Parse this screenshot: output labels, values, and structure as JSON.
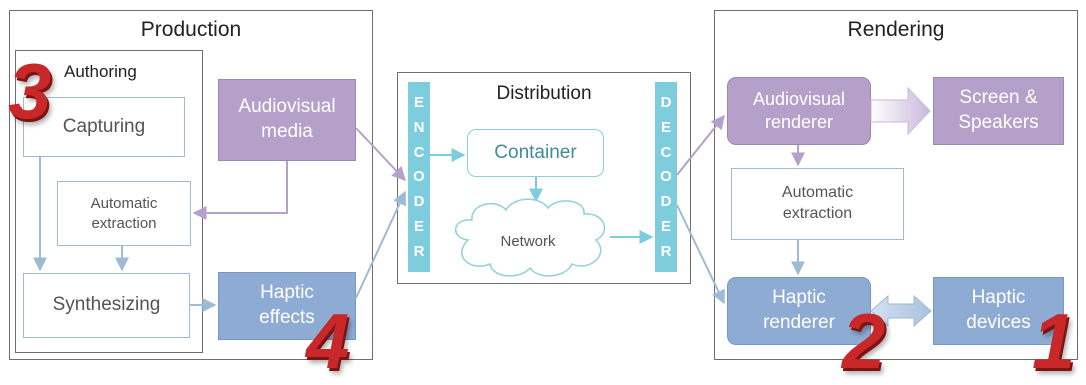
{
  "production": {
    "title": "Production",
    "authoring_title": "Authoring",
    "capturing": "Capturing",
    "auto_extraction": "Automatic extraction",
    "synthesizing": "Synthesizing",
    "audiovisual_media": "Audiovisual media",
    "haptic_effects": "Haptic effects"
  },
  "distribution": {
    "title": "Distribution",
    "encoder_letters": [
      "E",
      "N",
      "C",
      "O",
      "D",
      "E",
      "R"
    ],
    "decoder_letters": [
      "D",
      "E",
      "C",
      "O",
      "D",
      "E",
      "R"
    ],
    "container": "Container",
    "network": "Network"
  },
  "rendering": {
    "title": "Rendering",
    "audiovisual_renderer": "Audiovisual renderer",
    "screen_speakers": "Screen & Speakers",
    "auto_extraction": "Automatic extraction",
    "haptic_renderer": "Haptic renderer",
    "haptic_devices": "Haptic devices"
  },
  "numbers": {
    "n1": "1",
    "n2": "2",
    "n3": "3",
    "n4": "4"
  },
  "colors": {
    "purple": "#b4a0c8",
    "blue": "#8eacd3",
    "teal": "#7dcddc",
    "number_red": "#c8282a"
  }
}
